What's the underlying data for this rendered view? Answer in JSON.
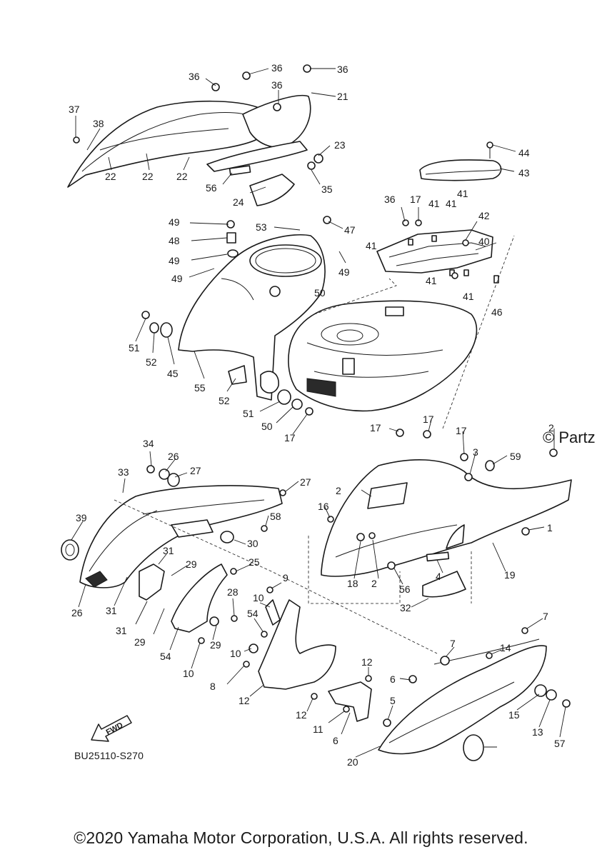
{
  "brand_text": "© Partz",
  "diagram_code": "BU25110-S270",
  "fwd_label": "FWD",
  "copyright": "©2020 Yamaha Motor Corporation, U.S.A. All rights reserved.",
  "callouts": [
    {
      "id": "c1",
      "text": "36"
    },
    {
      "id": "c2",
      "text": "36"
    },
    {
      "id": "c3",
      "text": "36"
    },
    {
      "id": "c4",
      "text": "36"
    },
    {
      "id": "c5",
      "text": "21"
    },
    {
      "id": "c6",
      "text": "37"
    },
    {
      "id": "c7",
      "text": "38"
    },
    {
      "id": "c8",
      "text": "22"
    },
    {
      "id": "c9",
      "text": "22"
    },
    {
      "id": "c10",
      "text": "22"
    },
    {
      "id": "c11",
      "text": "23"
    },
    {
      "id": "c12",
      "text": "56"
    },
    {
      "id": "c13",
      "text": "35"
    },
    {
      "id": "c14",
      "text": "24"
    },
    {
      "id": "c15",
      "text": "44"
    },
    {
      "id": "c16",
      "text": "43"
    },
    {
      "id": "c17",
      "text": "36"
    },
    {
      "id": "c18",
      "text": "17"
    },
    {
      "id": "c19",
      "text": "41"
    },
    {
      "id": "c20",
      "text": "41"
    },
    {
      "id": "c21",
      "text": "42"
    },
    {
      "id": "c22",
      "text": "41"
    },
    {
      "id": "c23",
      "text": "40"
    },
    {
      "id": "c24",
      "text": "41"
    },
    {
      "id": "c25",
      "text": "41"
    },
    {
      "id": "c26",
      "text": "41"
    },
    {
      "id": "c27",
      "text": "46"
    },
    {
      "id": "c28",
      "text": "49"
    },
    {
      "id": "c29",
      "text": "53"
    },
    {
      "id": "c30",
      "text": "47"
    },
    {
      "id": "c31",
      "text": "48"
    },
    {
      "id": "c32",
      "text": "49"
    },
    {
      "id": "c33",
      "text": "49"
    },
    {
      "id": "c34",
      "text": "49"
    },
    {
      "id": "c35",
      "text": "50"
    },
    {
      "id": "c36",
      "text": "51"
    },
    {
      "id": "c37",
      "text": "52"
    },
    {
      "id": "c38",
      "text": "45"
    },
    {
      "id": "c39",
      "text": "55"
    },
    {
      "id": "c40",
      "text": "52"
    },
    {
      "id": "c41",
      "text": "51"
    },
    {
      "id": "c42",
      "text": "50"
    },
    {
      "id": "c43",
      "text": "17"
    },
    {
      "id": "c44",
      "text": "17"
    },
    {
      "id": "c45",
      "text": "17"
    },
    {
      "id": "c46",
      "text": "17"
    },
    {
      "id": "c47",
      "text": "2"
    },
    {
      "id": "c48",
      "text": "3"
    },
    {
      "id": "c49",
      "text": "59"
    },
    {
      "id": "c50",
      "text": "2"
    },
    {
      "id": "c51",
      "text": "16"
    },
    {
      "id": "c52",
      "text": "1"
    },
    {
      "id": "c53",
      "text": "19"
    },
    {
      "id": "c54",
      "text": "18"
    },
    {
      "id": "c55",
      "text": "2"
    },
    {
      "id": "c56",
      "text": "56"
    },
    {
      "id": "c57",
      "text": "4"
    },
    {
      "id": "c58",
      "text": "32"
    },
    {
      "id": "c59",
      "text": "34"
    },
    {
      "id": "c60",
      "text": "26"
    },
    {
      "id": "c61",
      "text": "33"
    },
    {
      "id": "c62",
      "text": "27"
    },
    {
      "id": "c63",
      "text": "27"
    },
    {
      "id": "c64",
      "text": "58"
    },
    {
      "id": "c65",
      "text": "39"
    },
    {
      "id": "c66",
      "text": "30"
    },
    {
      "id": "c67",
      "text": "31"
    },
    {
      "id": "c68",
      "text": "29"
    },
    {
      "id": "c69",
      "text": "25"
    },
    {
      "id": "c70",
      "text": "26"
    },
    {
      "id": "c71",
      "text": "31"
    },
    {
      "id": "c72",
      "text": "31"
    },
    {
      "id": "c73",
      "text": "29"
    },
    {
      "id": "c74",
      "text": "28"
    },
    {
      "id": "c75",
      "text": "54"
    },
    {
      "id": "c76",
      "text": "29"
    },
    {
      "id": "c77",
      "text": "10"
    },
    {
      "id": "c78",
      "text": "9"
    },
    {
      "id": "c79",
      "text": "10"
    },
    {
      "id": "c80",
      "text": "54"
    },
    {
      "id": "c81",
      "text": "10"
    },
    {
      "id": "c82",
      "text": "8"
    },
    {
      "id": "c83",
      "text": "12"
    },
    {
      "id": "c84",
      "text": "12"
    },
    {
      "id": "c85",
      "text": "12"
    },
    {
      "id": "c86",
      "text": "11"
    },
    {
      "id": "c87",
      "text": "6"
    },
    {
      "id": "c88",
      "text": "6"
    },
    {
      "id": "c89",
      "text": "5"
    },
    {
      "id": "c90",
      "text": "20"
    },
    {
      "id": "c91",
      "text": "7"
    },
    {
      "id": "c92",
      "text": "7"
    },
    {
      "id": "c93",
      "text": "14"
    },
    {
      "id": "c94",
      "text": "15"
    },
    {
      "id": "c95",
      "text": "13"
    },
    {
      "id": "c96",
      "text": "57"
    }
  ]
}
